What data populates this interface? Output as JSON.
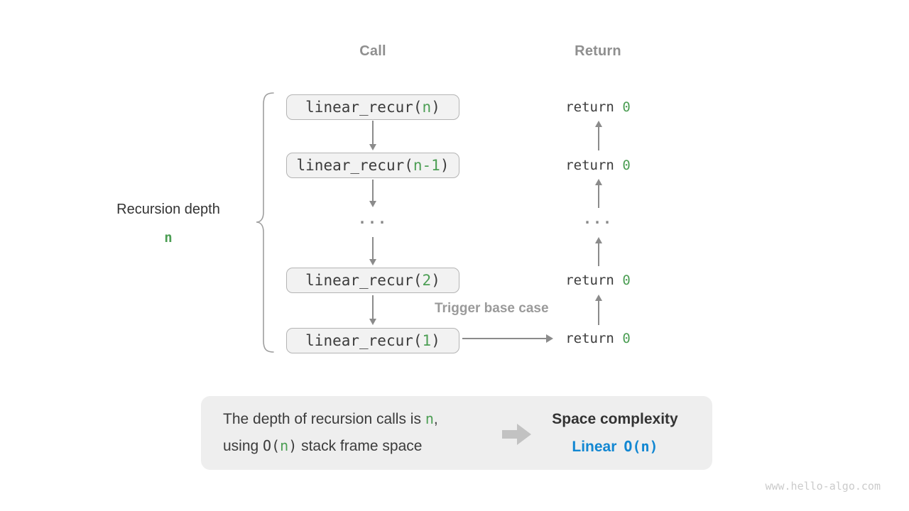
{
  "colors": {
    "green_accent": "#4c9e54",
    "blue_accent": "#1287d2",
    "code_text": "#3c3c3c",
    "gray_header": "#8f8f8f",
    "arrow_gray": "#8b8b8b",
    "box_background": "#f2f2f2",
    "box_border": "#b4b4b4",
    "summary_background": "#eeeeee"
  },
  "icons": {
    "down_arrow": "↓",
    "up_arrow": "↑",
    "right_arrow": "→",
    "block_right_arrow": "➜",
    "curly_brace": "{"
  },
  "headers": {
    "call": "Call",
    "return": "Return"
  },
  "left_label": {
    "title": "Recursion depth",
    "value": "n"
  },
  "call_stack": {
    "ellipsis": "...",
    "boxes": [
      {
        "pre": "linear_recur(",
        "arg": "n",
        "post": ")"
      },
      {
        "pre": "linear_recur(",
        "arg": "n-1",
        "post": ")"
      },
      {
        "pre": "linear_recur(",
        "arg": "2",
        "post": ")"
      },
      {
        "pre": "linear_recur(",
        "arg": "1",
        "post": ")"
      }
    ]
  },
  "return_column": {
    "ellipsis": "...",
    "rows": [
      {
        "pre": "return ",
        "val": "0"
      },
      {
        "pre": "return ",
        "val": "0"
      },
      {
        "pre": "return ",
        "val": "0"
      },
      {
        "pre": "return ",
        "val": "0"
      }
    ]
  },
  "trigger_label": "Trigger base case",
  "summary": {
    "line1": {
      "pre": "The depth of recursion calls is ",
      "n": "n",
      "post": ","
    },
    "line2": {
      "pre": "using ",
      "o_open": "O(",
      "n": "n",
      "o_close": ")",
      "post": " stack frame space"
    },
    "right_title": "Space complexity",
    "right_value_word": "Linear",
    "right_value_o": "O(n)"
  },
  "watermark": "www.hello-algo.com"
}
